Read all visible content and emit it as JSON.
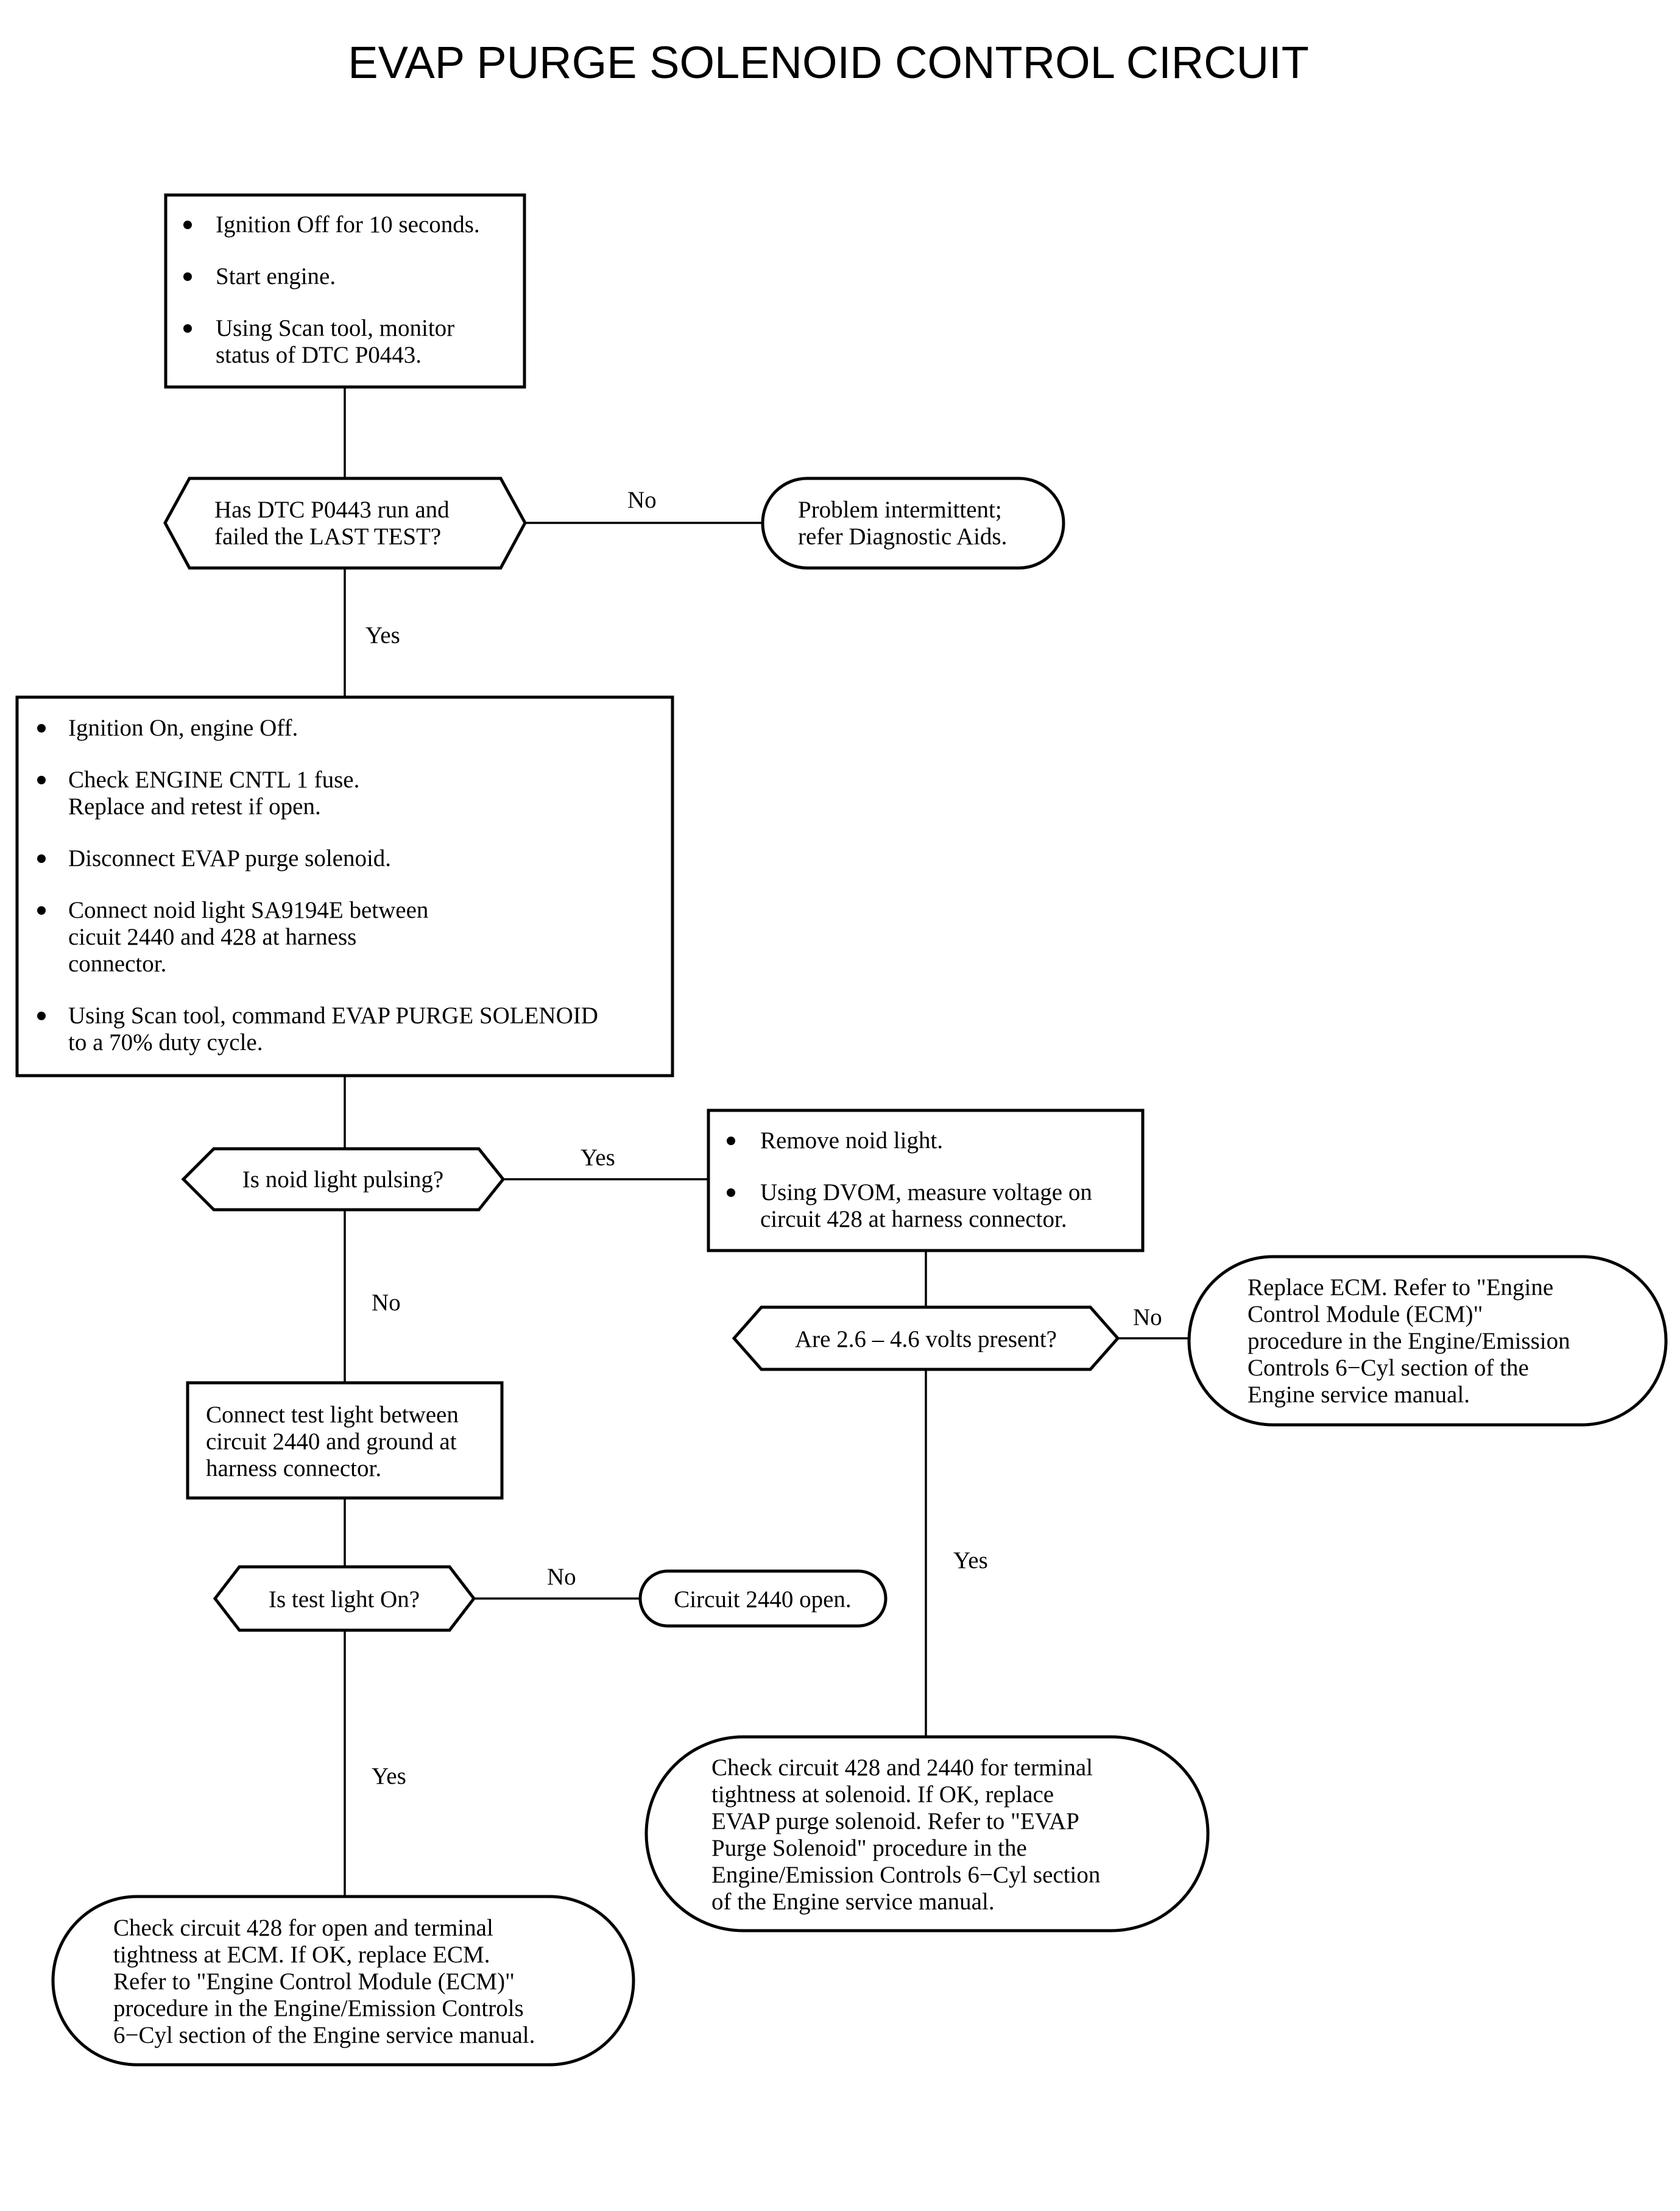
{
  "title": "EVAP PURGE SOLENOID CONTROL CIRCUIT",
  "box1": {
    "bullets": [
      [
        "Ignition Off for 10 seconds."
      ],
      [
        "Start engine."
      ],
      [
        "Using Scan tool, monitor",
        "status of DTC P0443."
      ]
    ]
  },
  "decision1": {
    "lines": [
      "Has DTC P0443 run and",
      "failed the LAST TEST?"
    ]
  },
  "decision1_no": "No",
  "decision1_yes": "Yes",
  "terminal1": {
    "lines": [
      "Problem intermittent;",
      "refer Diagnostic Aids."
    ]
  },
  "box2": {
    "bullets": [
      [
        "Ignition On, engine Off."
      ],
      [
        "Check ENGINE CNTL 1 fuse.",
        "Replace and retest if open."
      ],
      [
        "Disconnect EVAP purge solenoid."
      ],
      [
        "Connect noid light SA9194E between",
        "cicuit 2440 and 428 at harness",
        "connector."
      ],
      [
        "Using Scan tool, command EVAP PURGE SOLENOID",
        "to a 70% duty cycle."
      ]
    ]
  },
  "decision2": {
    "lines": [
      "Is noid light pulsing?"
    ]
  },
  "decision2_yes": "Yes",
  "decision2_no": "No",
  "box3": {
    "bullets": [
      [
        "Remove noid light."
      ],
      [
        "Using DVOM, measure voltage on",
        "circuit 428 at harness connector."
      ]
    ]
  },
  "decision3": {
    "lines": [
      "Are 2.6 – 4.6 volts present?"
    ]
  },
  "decision3_no": "No",
  "decision3_yes": "Yes",
  "terminal2": {
    "lines": [
      "Replace ECM. Refer to \"Engine",
      "Control Module (ECM)\"",
      "procedure in the Engine/Emission",
      "Controls 6−Cyl section of the",
      "Engine service manual."
    ]
  },
  "box4": {
    "lines": [
      "Connect test light between",
      "circuit 2440 and ground at",
      "harness connector."
    ]
  },
  "decision4": {
    "lines": [
      "Is test light On?"
    ]
  },
  "decision4_no": "No",
  "decision4_yes": "Yes",
  "terminal3": {
    "lines": [
      "Circuit 2440 open."
    ]
  },
  "terminal4": {
    "lines": [
      "Check circuit 428 and 2440 for terminal",
      "tightness at solenoid. If OK, replace",
      "EVAP purge solenoid. Refer to \"EVAP",
      "Purge Solenoid\" procedure in the",
      "Engine/Emission Controls 6−Cyl section",
      "of the Engine service manual."
    ]
  },
  "terminal5": {
    "lines": [
      "Check circuit 428 for open and terminal",
      "tightness at ECM. If OK, replace ECM.",
      "Refer to \"Engine Control Module (ECM)\"",
      "procedure in the Engine/Emission Controls",
      "6−Cyl section of the Engine service manual."
    ]
  }
}
